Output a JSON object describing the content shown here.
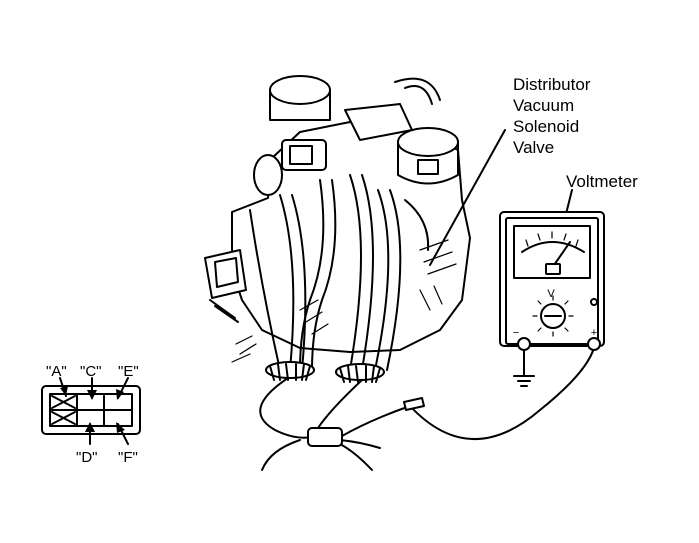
{
  "labels": {
    "solenoid_line1": "Distributor",
    "solenoid_line2": "Vacuum",
    "solenoid_line3": "Solenoid",
    "solenoid_line4": "Valve",
    "voltmeter": "Voltmeter"
  },
  "connector": {
    "pin_a": "\"A\"",
    "pin_c": "\"C\"",
    "pin_e": "\"E\"",
    "pin_d": "\"D\"",
    "pin_f": "\"F\""
  },
  "meter": {
    "dial_letter": "V",
    "minus_sign": "−",
    "plus_sign": "+"
  }
}
